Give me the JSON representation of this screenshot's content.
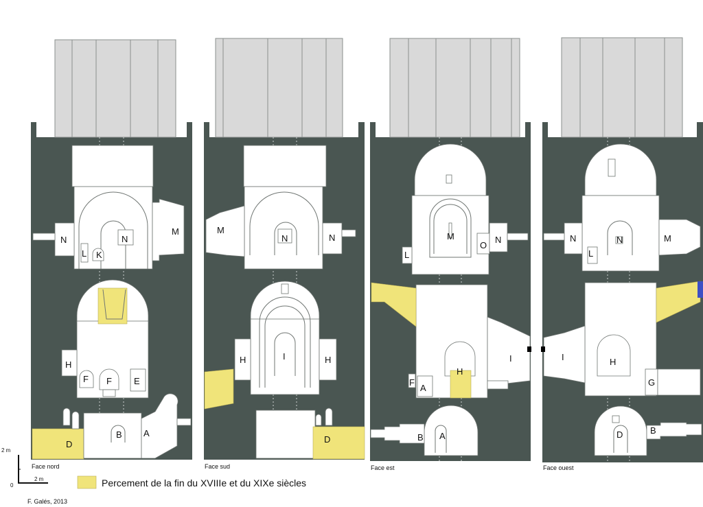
{
  "colors": {
    "background_shade": "#4a5652",
    "roof": "#d9d9d9",
    "masonry": "#ffffff",
    "late_opening": "#f0e47a",
    "accent_blue": "#3d4fc4"
  },
  "faces": [
    {
      "caption": "Face nord",
      "labels": [
        "N",
        "L",
        "K",
        "N",
        "M",
        "H",
        "F",
        "F",
        "E",
        "D",
        "B",
        "A"
      ]
    },
    {
      "caption": "Face sud",
      "labels": [
        "M",
        "N",
        "N",
        "H",
        "I",
        "H",
        "D"
      ]
    },
    {
      "caption": "Face est",
      "labels": [
        "M",
        "L",
        "O",
        "N",
        "H",
        "I",
        "F",
        "A",
        "B",
        "A"
      ]
    },
    {
      "caption": "Face ouest",
      "labels": [
        "N",
        "N",
        "L",
        "M",
        "I",
        "H",
        "G",
        "D",
        "B"
      ]
    }
  ],
  "scale": {
    "vertical": "2 m",
    "origin": "0",
    "horizontal": "2 m"
  },
  "legend": {
    "text": "Percement de la fin du XVIIIe et du XIXe siècles"
  },
  "credit": "F. Galés, 2013"
}
